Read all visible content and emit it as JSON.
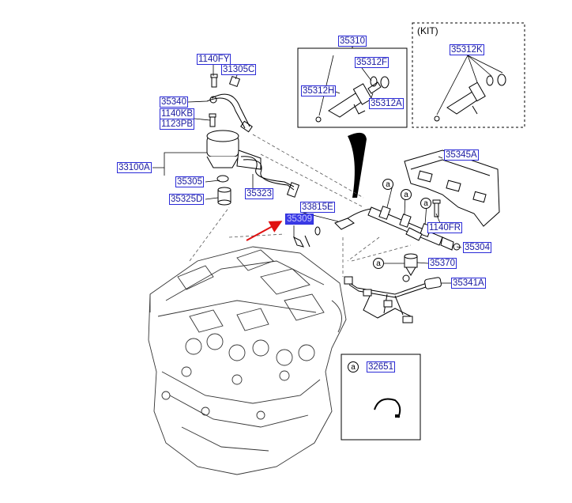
{
  "kit_label": "(KIT)",
  "circle_marker": "a",
  "accent_color": "#2b2bd8",
  "selected_color": "#3b3be6",
  "arrow_color": "#e01010",
  "labels": {
    "p35310": "35310",
    "p1140FY": "1140FY",
    "p31305C": "31305C",
    "p35312F": "35312F",
    "p35312H": "35312H",
    "p35312A": "35312A",
    "p35312K": "35312K",
    "p35340": "35340",
    "p1140KB": "1140KB",
    "p1123PB": "1123PB",
    "p33100A": "33100A",
    "p35305": "35305",
    "p35323": "35323",
    "p35325D": "35325D",
    "p35345A": "35345A",
    "p33815E": "33815E",
    "p35309": "35309",
    "p1140FR": "1140FR",
    "p35304": "35304",
    "p35370": "35370",
    "p35341A": "35341A",
    "p32651": "32651"
  }
}
